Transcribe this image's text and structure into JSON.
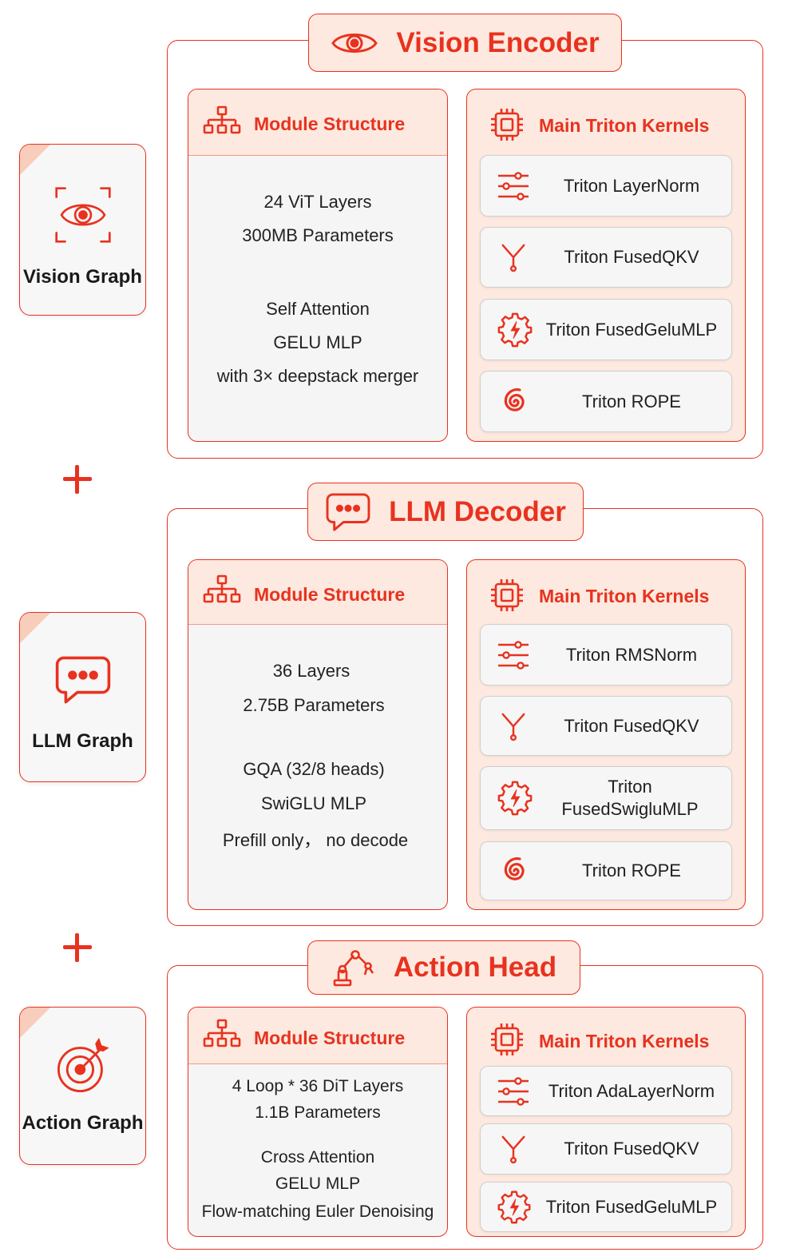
{
  "graphs": {
    "vision": {
      "label": "Vision Graph",
      "icon": "eye-scan-icon"
    },
    "llm": {
      "label": "LLM Graph",
      "icon": "chat-bubble-icon"
    },
    "action": {
      "label": "Action Graph",
      "icon": "target-icon"
    }
  },
  "sections": [
    {
      "title": "Vision Encoder",
      "title_icon": "eye-icon",
      "module": {
        "title": "Module Structure",
        "lines": [
          "24 ViT Layers",
          "300MB Parameters",
          "Self Attention",
          "GELU MLP",
          "with 3× deepstack merger"
        ]
      },
      "kernels": {
        "title": "Main Triton Kernels",
        "items": [
          {
            "label": "Triton LayerNorm",
            "icon": "sliders-icon"
          },
          {
            "label": "Triton FusedQKV",
            "icon": "fork-icon"
          },
          {
            "label": "Triton FusedGeluMLP",
            "icon": "gear-bolt-icon"
          },
          {
            "label": "Triton ROPE",
            "icon": "spiral-icon"
          }
        ]
      }
    },
    {
      "title": "LLM Decoder",
      "title_icon": "chat-bubble-icon",
      "module": {
        "title": "Module Structure",
        "lines": [
          "36 Layers",
          "2.75B Parameters",
          "GQA (32/8 heads)",
          "SwiGLU MLP",
          "Prefill only， no decode"
        ]
      },
      "kernels": {
        "title": "Main Triton Kernels",
        "items": [
          {
            "label": "Triton RMSNorm",
            "icon": "sliders-icon"
          },
          {
            "label": "Triton FusedQKV",
            "icon": "fork-icon"
          },
          {
            "label": "Triton FusedSwigluMLP",
            "icon": "gear-bolt-icon"
          },
          {
            "label": "Triton ROPE",
            "icon": "spiral-icon"
          }
        ]
      }
    },
    {
      "title": "Action Head",
      "title_icon": "robot-arm-icon",
      "module": {
        "title": "Module Structure",
        "lines": [
          "4 Loop * 36 DiT Layers",
          "1.1B Parameters",
          "Cross Attention",
          "GELU MLP",
          "Flow-matching Euler Denoising"
        ]
      },
      "kernels": {
        "title": "Main Triton Kernels",
        "items": [
          {
            "label": "Triton AdaLayerNorm",
            "icon": "sliders-icon"
          },
          {
            "label": "Triton FusedQKV",
            "icon": "fork-icon"
          },
          {
            "label": "Triton FusedGeluMLP",
            "icon": "gear-bolt-icon"
          }
        ]
      }
    }
  ],
  "colors": {
    "accent": "#e8321f",
    "peach": "#fde9df",
    "panel": "#f5f5f5"
  }
}
